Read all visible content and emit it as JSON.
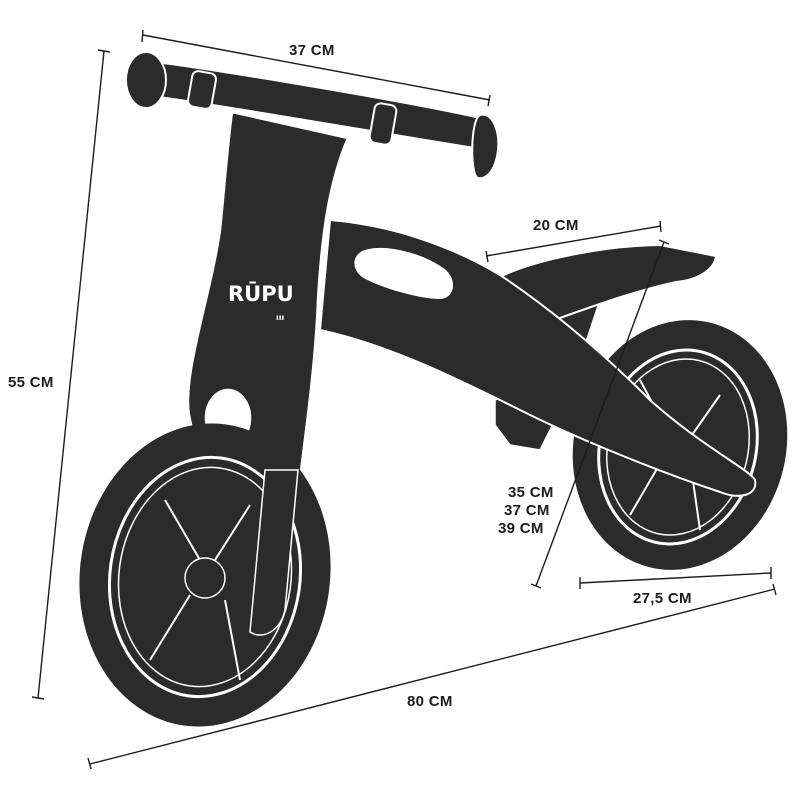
{
  "brand": {
    "name": "RŪPU",
    "suffix": "ııı"
  },
  "colors": {
    "bike_fill": "#2b2b2b",
    "outline": "#ffffff",
    "dimension": "#1c1c1c",
    "background": "#ffffff"
  },
  "dimensions": {
    "handlebar_width": "37 CM",
    "seat_length": "20 CM",
    "total_height": "55 CM",
    "total_length": "80 CM",
    "rear_wheel_diameter": "27,5 CM",
    "seat_height": [
      "35 CM",
      "37 CM",
      "39 CM"
    ]
  }
}
